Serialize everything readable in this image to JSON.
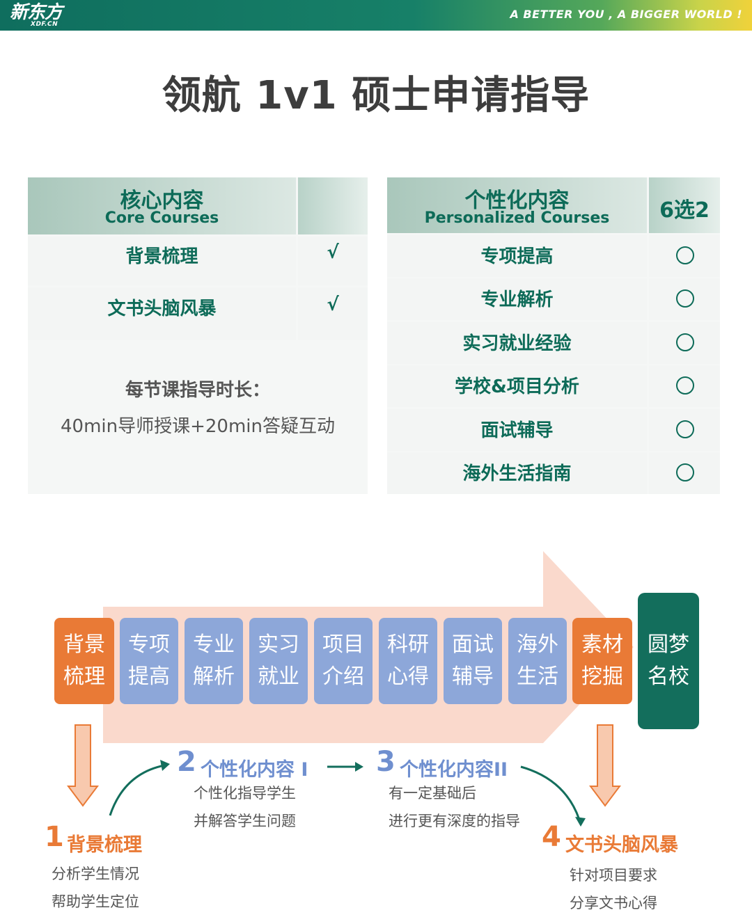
{
  "header": {
    "logo": "新东方",
    "logo_sub": "XDF.CN",
    "slogan": "A BETTER YOU , A BIGGER WORLD !"
  },
  "title": "领航 1v1 硕士申请指导",
  "core": {
    "title_cn": "核心内容",
    "title_en": "Core Courses",
    "rows": [
      {
        "label": "背景梳理",
        "mark": "√"
      },
      {
        "label": "文书头脑风暴",
        "mark": "√"
      }
    ],
    "duration_title": "每节课指导时长：",
    "duration_text": "40min导师授课+20min答疑互动"
  },
  "personal": {
    "title_cn": "个性化内容",
    "title_en": "Personalized Courses",
    "choice": "6选2",
    "rows": [
      {
        "label": "专项提高",
        "selected": false
      },
      {
        "label": "专业解析",
        "selected": false
      },
      {
        "label": "实习就业经验",
        "selected": false
      },
      {
        "label": "学校&项目分析",
        "selected": false
      },
      {
        "label": "面试辅导",
        "selected": false
      },
      {
        "label": "海外生活指南",
        "selected": false
      }
    ]
  },
  "flow": {
    "boxes": [
      {
        "line1": "背景",
        "line2": "梳理",
        "color": "#e97a36"
      },
      {
        "line1": "专项",
        "line2": "提高",
        "color": "#8da7d9"
      },
      {
        "line1": "专业",
        "line2": "解析",
        "color": "#8da7d9"
      },
      {
        "line1": "实习",
        "line2": "就业",
        "color": "#8da7d9"
      },
      {
        "line1": "项目",
        "line2": "介绍",
        "color": "#8da7d9"
      },
      {
        "line1": "科研",
        "line2": "心得",
        "color": "#8da7d9"
      },
      {
        "line1": "面试",
        "line2": "辅导",
        "color": "#8da7d9"
      },
      {
        "line1": "海外",
        "line2": "生活",
        "color": "#8da7d9"
      },
      {
        "line1": "素材",
        "line2": "挖掘",
        "color": "#e97a36"
      }
    ],
    "final": {
      "line1": "圆梦",
      "line2": "名校",
      "color": "#136e5c"
    }
  },
  "steps": [
    {
      "num": "1",
      "title": "背景梳理",
      "desc1": "分析学生情况",
      "desc2": "帮助学生定位"
    },
    {
      "num": "2",
      "title": "个性化内容 I",
      "desc1": "个性化指导学生",
      "desc2": "并解答学生问题"
    },
    {
      "num": "3",
      "title": "个性化内容II",
      "desc1": "有一定基础后",
      "desc2": "进行更有深度的指导"
    },
    {
      "num": "4",
      "title": "文书头脑风暴",
      "desc1": "针对项目要求",
      "desc2": "分享文书心得"
    }
  ],
  "colors": {
    "brand_green": "#0d6b58",
    "orange": "#e97a36",
    "blue": "#8da7d9",
    "blue_text": "#6f8fcf"
  }
}
